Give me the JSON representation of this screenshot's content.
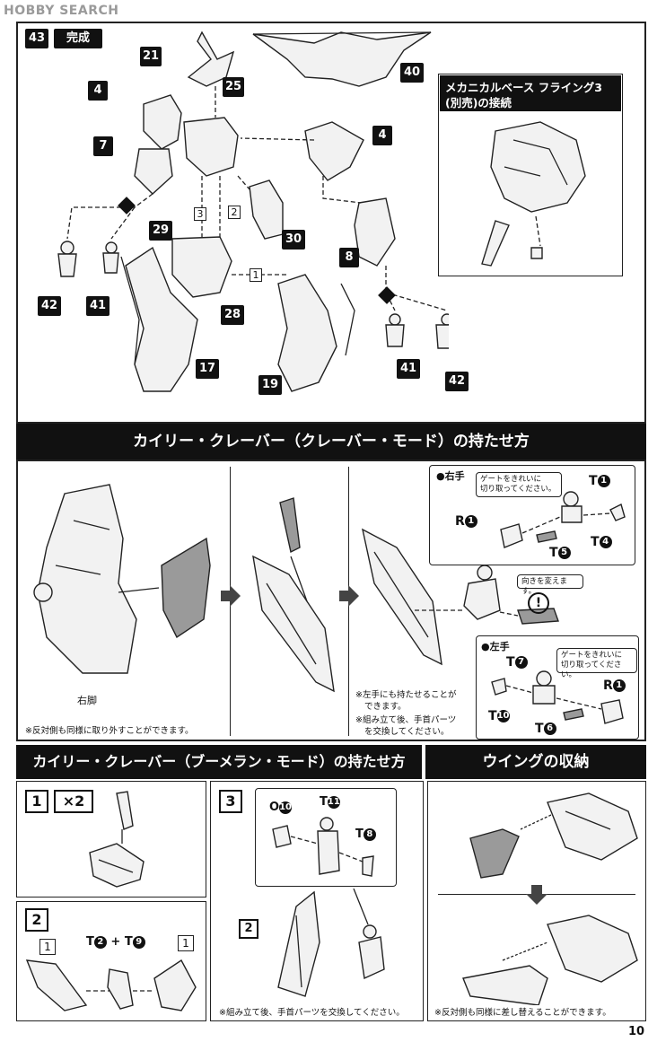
{
  "watermark": "HOBBY SEARCH",
  "page_number": "10",
  "step43": {
    "number": "43",
    "title": "完成",
    "parts": [
      "21",
      "25",
      "40",
      "4",
      "7",
      "4",
      "3",
      "2",
      "30",
      "29",
      "1",
      "28",
      "8",
      "17",
      "19",
      "42",
      "41",
      "41",
      "42"
    ],
    "inset_title_line1": "メカニカルベース フライング3",
    "inset_title_line2": "(別売)の接続"
  },
  "section_cleaver": {
    "title": "カイリー・クレーバー（クレーバー・モード）の持たせ方",
    "right_leg_label": "右脚",
    "note_left": "※反対側も同様に取り外すことができます。",
    "note_right_1": "※左手にも持たせることが",
    "note_right_1b": "できます。",
    "note_right_2": "※組み立て後、手首パーツ",
    "note_right_2b": "を交換してください。",
    "right_hand_label": "●右手",
    "left_hand_label": "●左手",
    "gate_callout_1": "ゲートをきれいに",
    "gate_callout_2": "切り取ってください。",
    "orientation_callout": "向きを変えます。",
    "warning_mark": "!",
    "r1": "R",
    "t1": "T",
    "t4": "T",
    "t5": "T",
    "t7": "T",
    "t6": "T",
    "t10": "T",
    "r1b": "R",
    "n1": "1",
    "n4": "4",
    "n5": "5",
    "n7": "7",
    "n6": "6",
    "n10": "10"
  },
  "section_boomerang": {
    "title": "カイリー・クレーバー（ブーメラン・モード）の持たせ方",
    "step1": "1",
    "times2": "×2",
    "step2": "2",
    "step3": "3",
    "plus_text": "T",
    "plus_a": "2",
    "plus_sign": "+",
    "plus_b": "9",
    "o10_prefix": "O",
    "o10": "10",
    "t11_prefix": "T",
    "t11": "11",
    "t8_prefix": "T",
    "t8": "8",
    "note": "※組み立て後、手首パーツを交換してください。"
  },
  "section_wing": {
    "title": "ウイングの収納",
    "note": "※反対側も同様に差し替えることができます。"
  }
}
